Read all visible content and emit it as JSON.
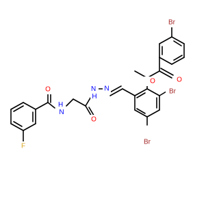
{
  "molecule": {
    "atoms": {
      "br_top": "Br",
      "o_ester_carbonyl": "O",
      "o_ester": "O",
      "br_ring_right": "Br",
      "br_ring_bottom": "Br",
      "o_amide_left": "O",
      "nh_amide": "H\nN",
      "o_amide_mid": "O",
      "nh_hydrazide": "N\nH",
      "n_imine": "N",
      "f": "F"
    },
    "colors": {
      "bond": "#000000",
      "carbon_text": "#000000",
      "oxygen": "#ff0000",
      "nitrogen": "#0000ff",
      "bromine": "#a52a2a",
      "fluorine": "#daa520"
    }
  }
}
